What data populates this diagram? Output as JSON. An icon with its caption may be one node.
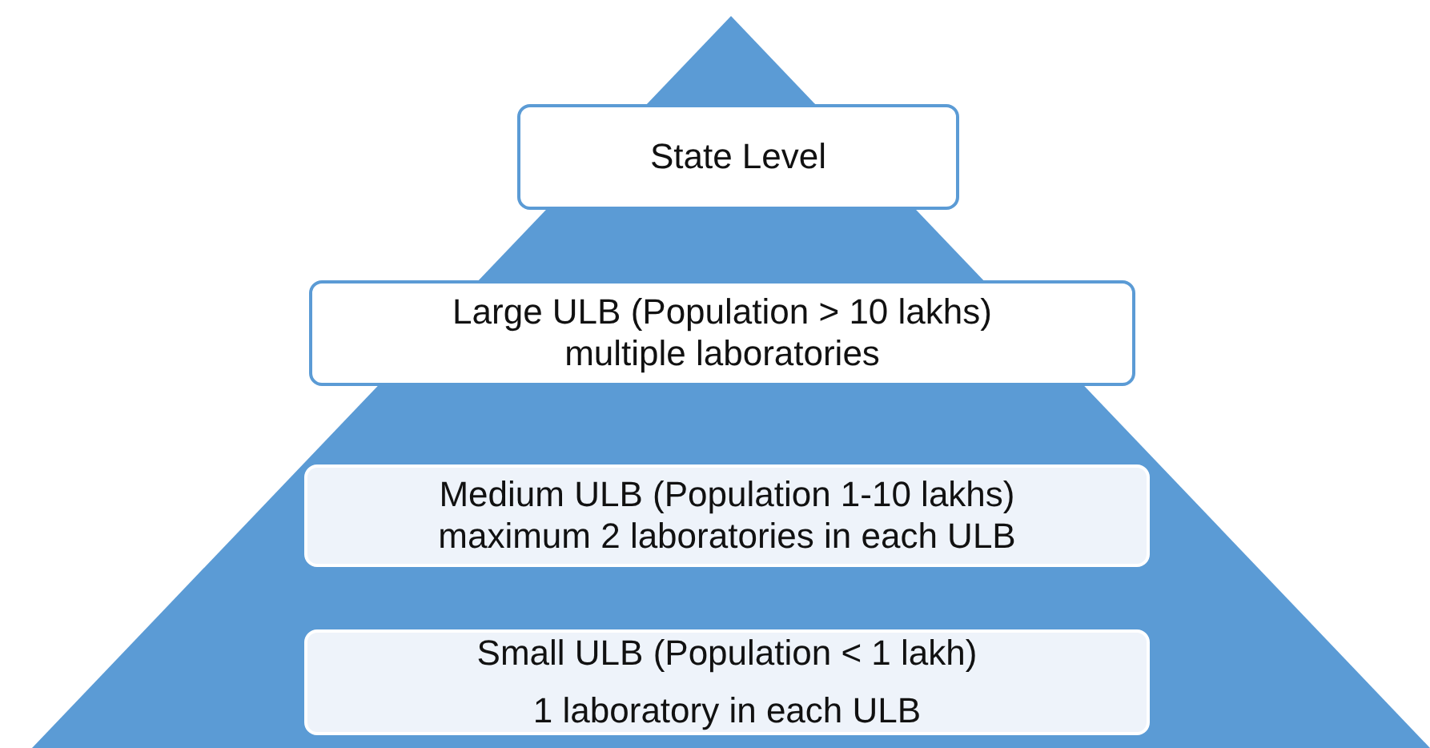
{
  "diagram": {
    "nodes": [
      {
        "text": [],
        "shape": "triangle"
      },
      {
        "text": [
          "State Level"
        ],
        "in": 0
      },
      {
        "text": [
          "Large ULB (Population > 10 lakhs)",
          "multiple laboratories"
        ],
        "in": 0
      },
      {
        "text": [
          "Medium ULB (Population 1-10 lakhs)",
          "maximum 2 laboratories in each ULB"
        ],
        "in": 0
      },
      {
        "text": [
          "Small ULB (Population < 1 lakh)",
          "1 laboratory in each ULB"
        ],
        "in": 0
      }
    ]
  }
}
